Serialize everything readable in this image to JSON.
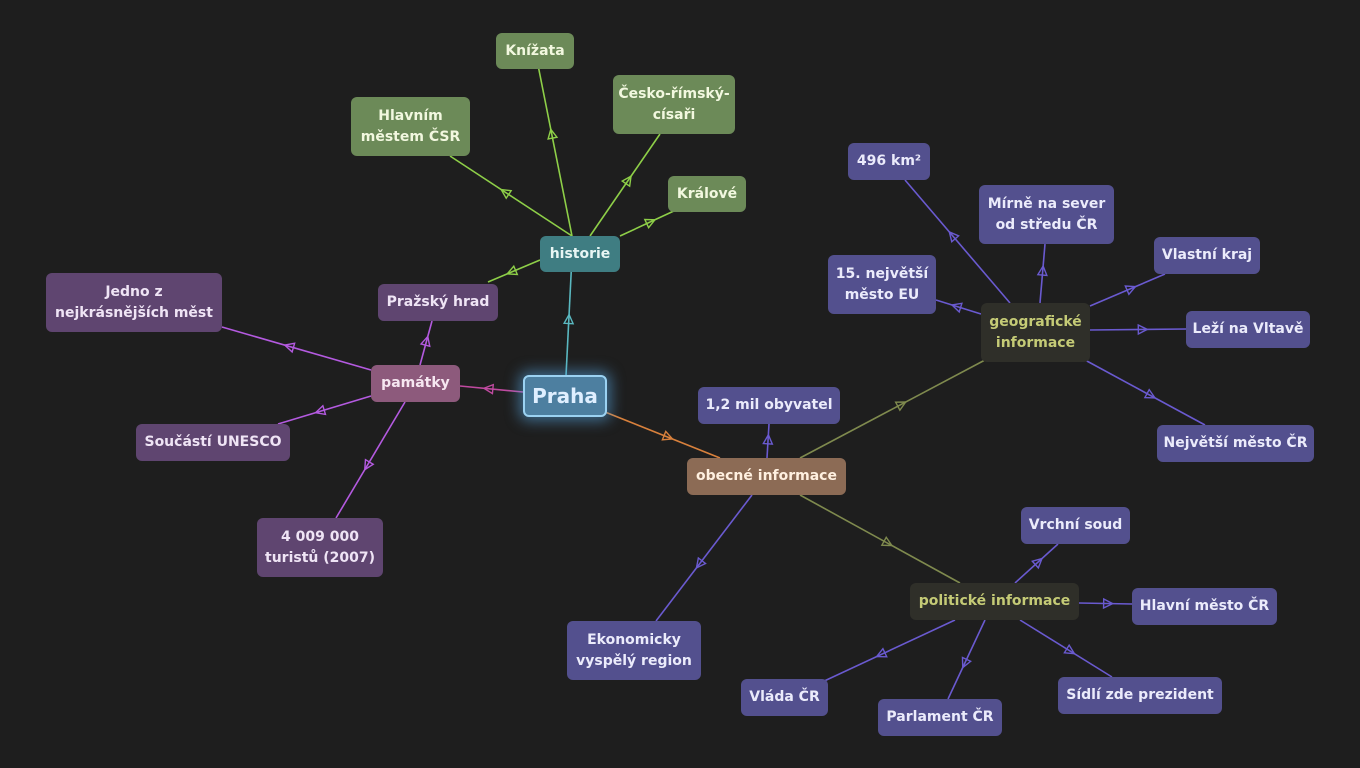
{
  "colors": {
    "background": "#1e1e1e",
    "root": "#4d7fa0",
    "history_branch": "#5ab8c0",
    "history_leaf": "#8ecf48",
    "landmarks_branch": "#c04aa0",
    "landmarks_leaf": "#b45ae0",
    "general_branch": "#d8803c",
    "info_branch": "#7f8a4e",
    "info_leaf": "#6a5ad0"
  },
  "nodes": {
    "root": "Praha",
    "historie": "historie",
    "knizata": "Knížata",
    "hlavnim_mestem": "Hlavním městem ČSR",
    "cesko_rimsky": "Česko-římský-císaři",
    "kralove": "Králové",
    "prazsky_hrad": "Pražský hrad",
    "pamatky": "památky",
    "jedno_z": "Jedno z nejkrásnějších měst",
    "unesco": "Součástí UNESCO",
    "turistu": "4 009 000 turistů (2007)",
    "obecne": "obecné informace",
    "obyvatel": "1,2 mil obyvatel",
    "ekonomicky": "Ekonomicky vyspělý region",
    "geograficke": "geografické informace",
    "rozloha": "496 km²",
    "mirne": "Mírně na sever od středu ČR",
    "vlastni_kraj": "Vlastní kraj",
    "nejvetsi_eu": "15. největší město EU",
    "vltava": "Leží na Vltavě",
    "nejvetsi_cr": "Největší město ČR",
    "politicke": "politické informace",
    "vrchni_soud": "Vrchní soud",
    "hlavni_mesto": "Hlavní město ČR",
    "vlada": "Vláda ČR",
    "parlament": "Parlament ČR",
    "prezident": "Sídlí zde prezident"
  }
}
